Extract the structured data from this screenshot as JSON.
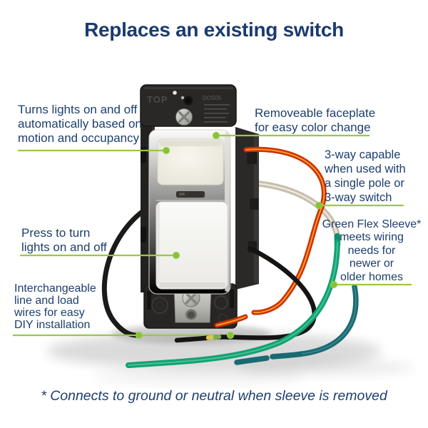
{
  "title": "Replaces an existing switch",
  "footnote": "* Connects to ground or neutral when sleeve is removed",
  "callouts": {
    "motion": {
      "lines": [
        "Turns lights on and off",
        "automatically based on",
        "motion and occupancy"
      ]
    },
    "faceplate": {
      "lines": [
        "Removeable faceplate",
        "for easy color change"
      ]
    },
    "three_way": {
      "lines": [
        "3-way capable",
        "when used with",
        "a single pole or",
        "3-way switch"
      ]
    },
    "sleeve": {
      "lines": [
        "Green Flex Sleeve*",
        "meets wiring",
        "needs for",
        "newer or",
        "older homes"
      ]
    },
    "press": {
      "lines": [
        "Press to turn",
        "lights on and off"
      ]
    },
    "diy": {
      "lines": [
        "Interchangeable",
        "line and load",
        "wires for easy",
        "DIY installation"
      ]
    }
  },
  "device": {
    "top_marking": "TOP",
    "model_marking": "DOS05"
  },
  "colors": {
    "headline_navy": "#1a3b70",
    "callout_navy": "#1d3e6e",
    "leader_green": "#9cc83f",
    "dot_green": "#86c23c",
    "wire_red": "#cf2f05",
    "wire_yellow_stripe": "#f0a32b",
    "wire_green_sleeve": "#12a173",
    "wire_teal": "#1a6a72",
    "wire_black": "#1c1a19",
    "wire_braided_white": "#d6cfbf"
  }
}
